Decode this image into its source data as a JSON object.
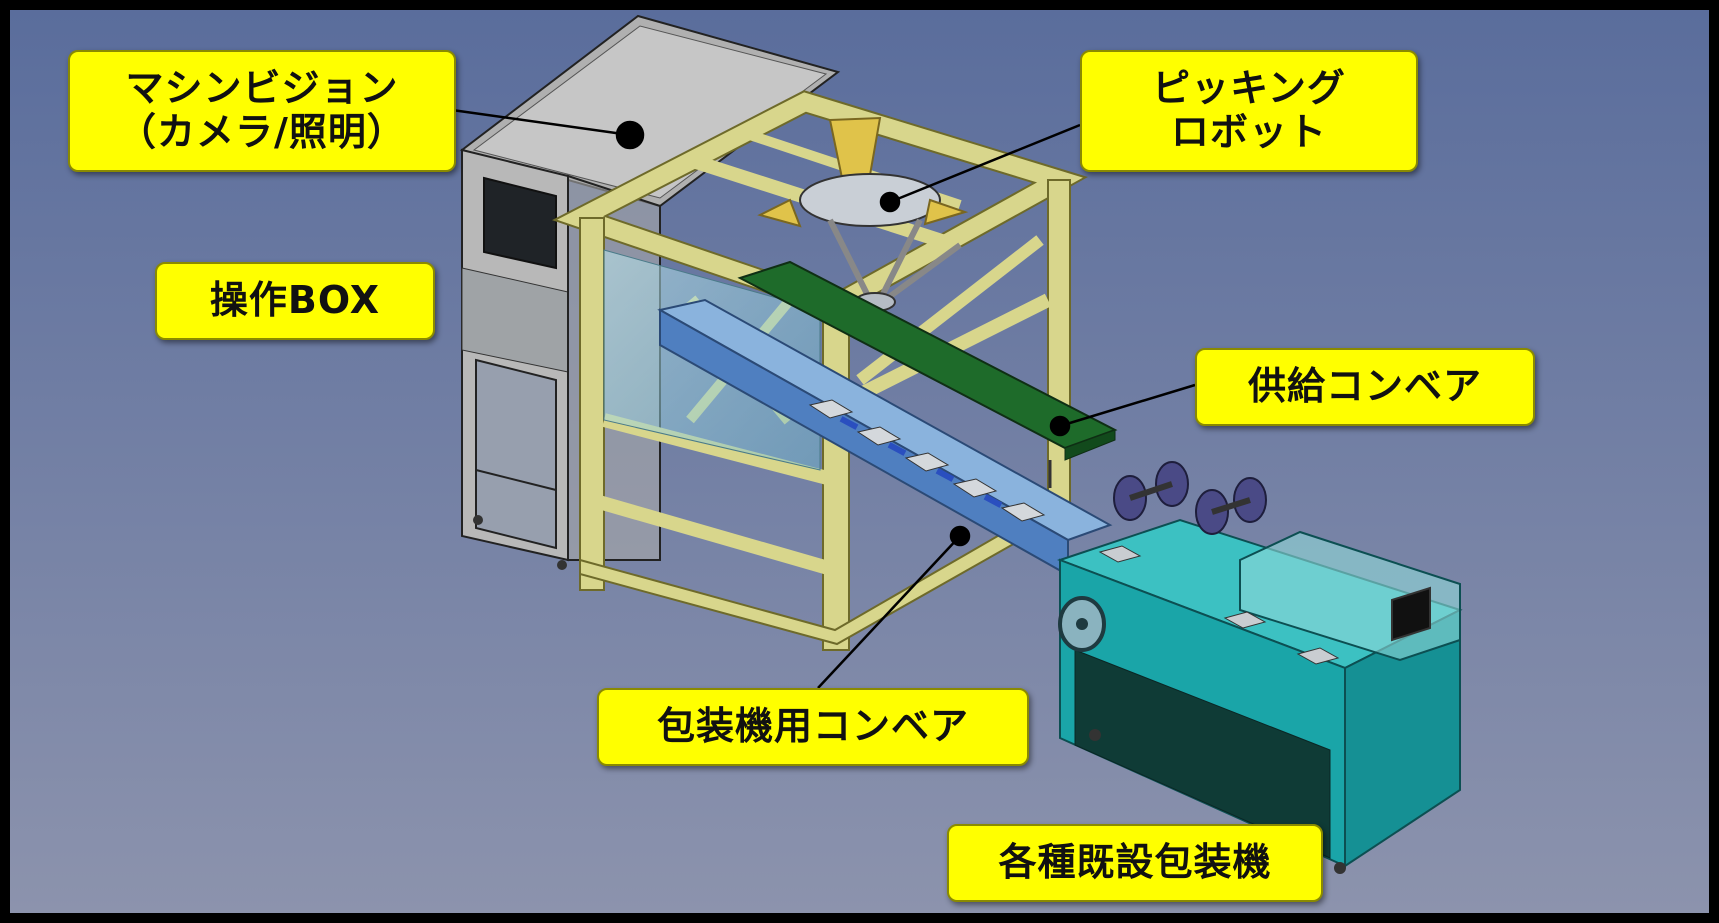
{
  "labels": {
    "machine_vision": {
      "line1": "マシンビジョン",
      "line2": "（カメラ/照明）"
    },
    "picking_robot": {
      "line1": "ピッキング",
      "line2": "ロボット"
    },
    "operation_box": "操作BOX",
    "supply_conveyor": "供給コンベア",
    "packaging_conveyor": "包装機用コンベア",
    "existing_packaging_machines": "各種既設包装機"
  },
  "colors": {
    "callout_fill": "#ffff00",
    "frame": "#d8d68c",
    "cabinet": "#b4b4b4",
    "supply_belt": "#1e6b2a",
    "packaging_conveyor": "#4f7fc0",
    "packaging_machine": "#1aa5a8"
  }
}
